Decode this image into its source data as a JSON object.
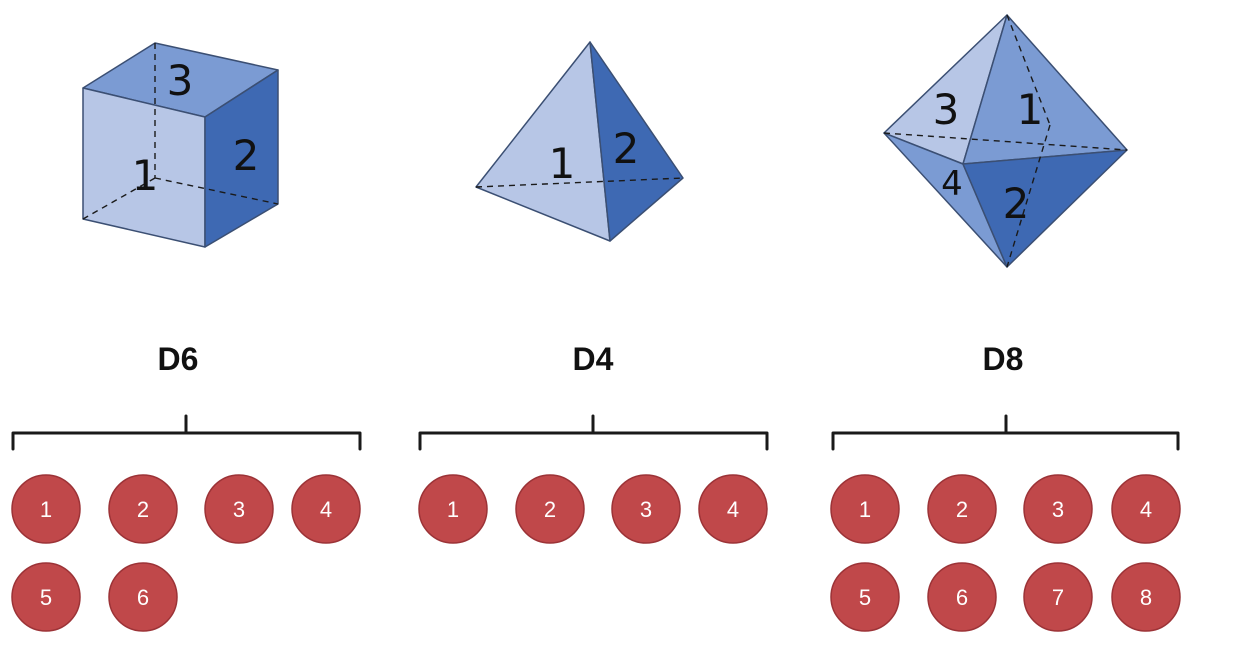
{
  "colors": {
    "face_light": "#b7c6e6",
    "face_mid": "#7b9bd3",
    "face_dark": "#3e69b3",
    "ball_fill": "#c0484a",
    "ball_stroke": "#9c3337",
    "ball_text": "#ffffff"
  },
  "dice": [
    {
      "id": "d6",
      "label": "D6",
      "shape": "cube",
      "face_numbers": [
        "1",
        "2",
        "3"
      ],
      "outcomes": [
        "1",
        "2",
        "3",
        "4",
        "5",
        "6"
      ]
    },
    {
      "id": "d4",
      "label": "D4",
      "shape": "tetrahedron",
      "face_numbers": [
        "1",
        "2"
      ],
      "outcomes": [
        "1",
        "2",
        "3",
        "4"
      ]
    },
    {
      "id": "d8",
      "label": "D8",
      "shape": "octahedron",
      "face_numbers": [
        "1",
        "2",
        "3",
        "4"
      ],
      "outcomes": [
        "1",
        "2",
        "3",
        "4",
        "5",
        "6",
        "7",
        "8"
      ]
    }
  ]
}
